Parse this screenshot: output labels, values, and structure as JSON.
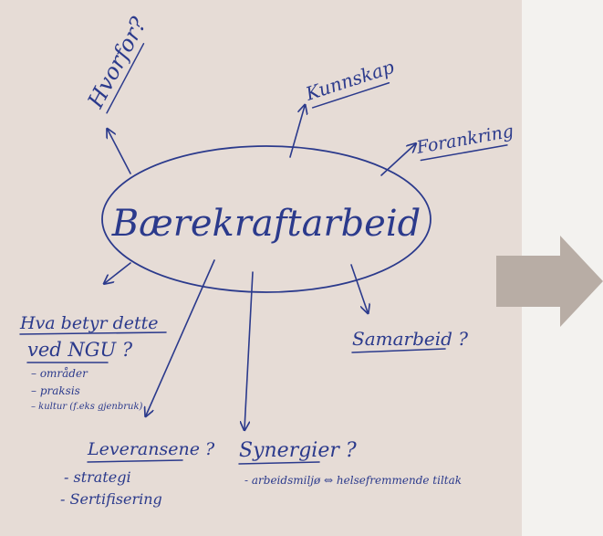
{
  "center": "Bærekraftarbeid",
  "branches": {
    "hvorfor": "Hvorfor?",
    "kunnskap": "Kunnskap",
    "forankring": "Forankring",
    "samarbeid": "Samarbeid ?",
    "synergier": "Synergier ?",
    "leveransene": "Leveransene ?",
    "hva": {
      "line1": "Hva betyr dette",
      "line2": "ved NGU ?"
    }
  },
  "hva_items": [
    "– områder",
    "– praksis",
    "– kultur (f.eks gjenbruk)"
  ],
  "leveransene_items": [
    "- strategi",
    "- Sertifisering"
  ],
  "synergier_items": [
    "- arbeidsmiljø ⇔ helsefremmende tiltak"
  ],
  "colors": {
    "ink": "#2b3a8c",
    "paper": "#e6dcd6",
    "arrow": "#b8ada5",
    "background": "#f3f2ef"
  },
  "icons": [
    "right-arrow-icon"
  ]
}
